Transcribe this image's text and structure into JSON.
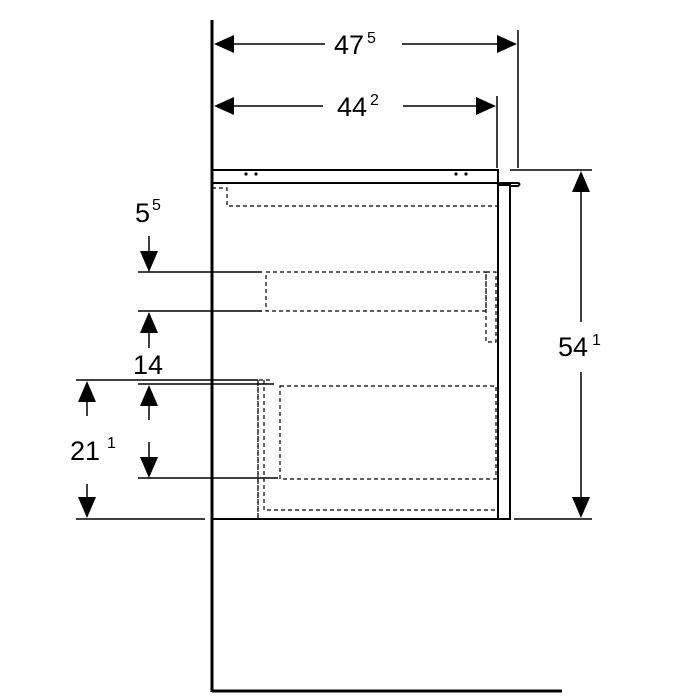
{
  "dimensions": {
    "overall_width": {
      "main": "47",
      "sup": "5"
    },
    "inner_width": {
      "main": "44",
      "sup": "2"
    },
    "overall_height": {
      "main": "54",
      "sup": "1"
    },
    "top_gap": {
      "main": "5",
      "sup": "5"
    },
    "drawer_height": {
      "main": "14",
      "sup": ""
    },
    "lower_height": {
      "main": "21",
      "sup": "1"
    }
  }
}
